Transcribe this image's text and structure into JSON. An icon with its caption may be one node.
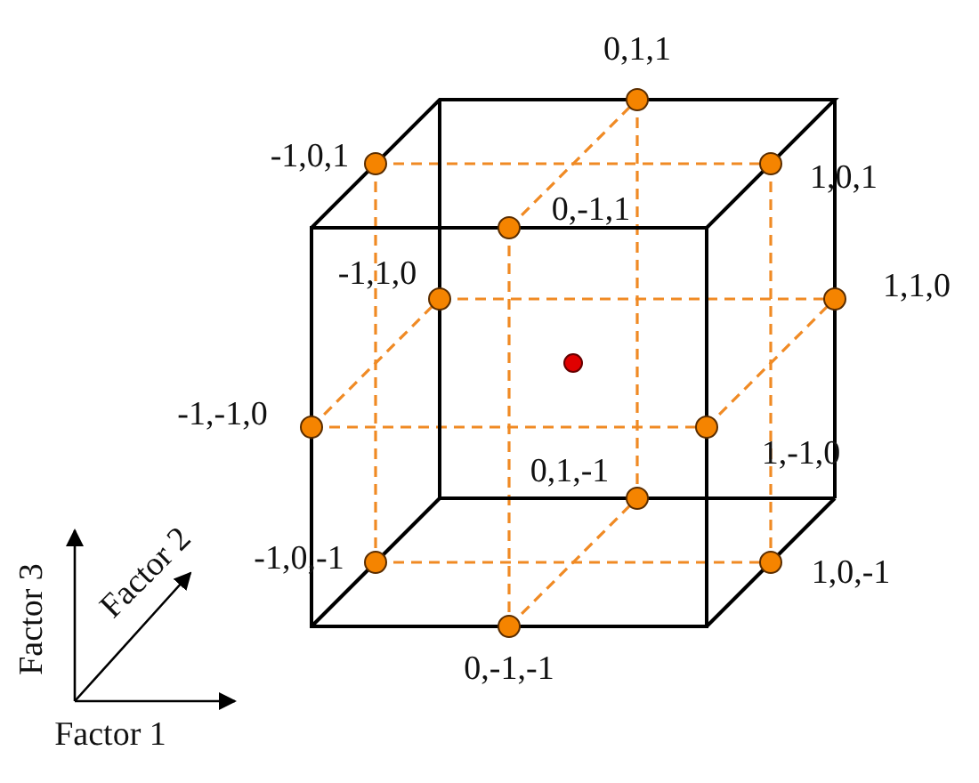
{
  "diagram": {
    "labels": [
      "0,1,1",
      "-1,0,1",
      "1,0,1",
      "0,-1,1",
      "-1,1,0",
      "1,1,0",
      "-1,-1,0",
      "1,-1,0",
      "0,1,-1",
      "-1,0,-1",
      "1,0,-1",
      "0,-1,-1",
      "Factor 3",
      "Factor 2",
      "Factor 1"
    ]
  }
}
